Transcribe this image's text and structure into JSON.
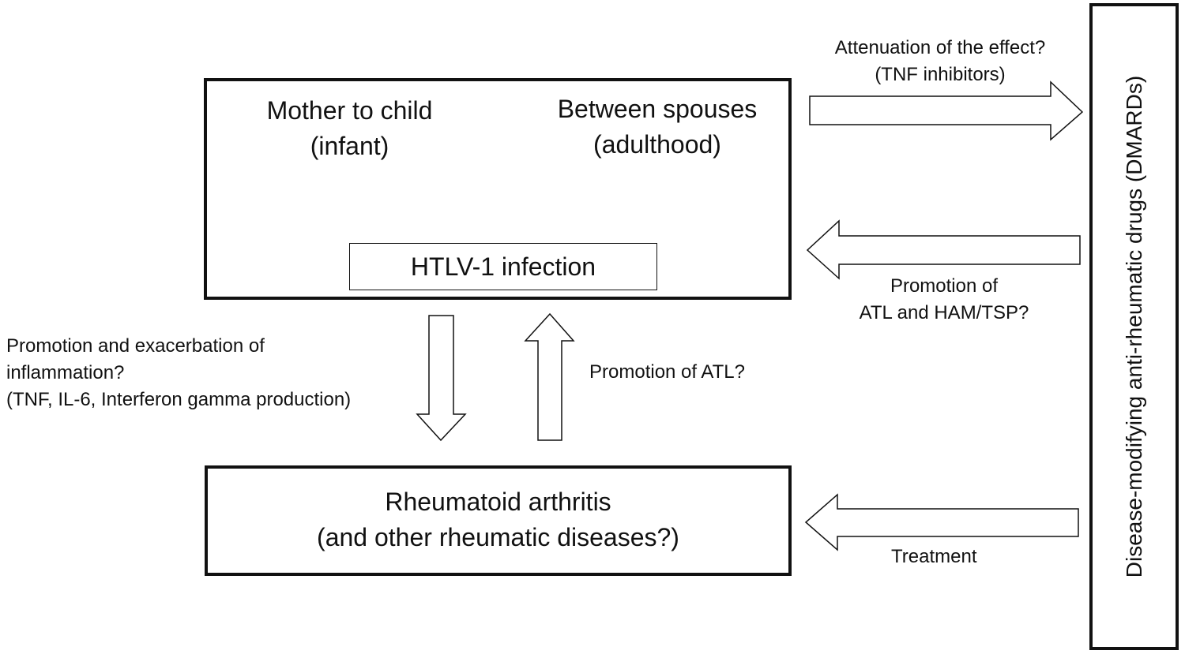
{
  "htlv_box": {
    "mother_line1": "Mother to child",
    "mother_line2": "(infant)",
    "spouses_line1": "Between spouses",
    "spouses_line2": "(adulthood)",
    "infection": "HTLV-1 infection"
  },
  "ra_box": {
    "line1": "Rheumatoid arthritis",
    "line2": "(and other rheumatic diseases?)"
  },
  "dmards_box": {
    "label": "Disease-modifying anti-rheumatic drugs (DMARDs)"
  },
  "labels": {
    "attenuation_line1": "Attenuation of the effect?",
    "attenuation_line2": "(TNF inhibitors)",
    "promotion_atl_ham_line1": "Promotion of",
    "promotion_atl_ham_line2": "ATL and HAM/TSP?",
    "inflammation_line1": "Promotion and exacerbation of",
    "inflammation_line2": "inflammation?",
    "inflammation_line3": "(TNF, IL-6, Interferon gamma production)",
    "promotion_atl": "Promotion of ATL?",
    "treatment": "Treatment"
  }
}
